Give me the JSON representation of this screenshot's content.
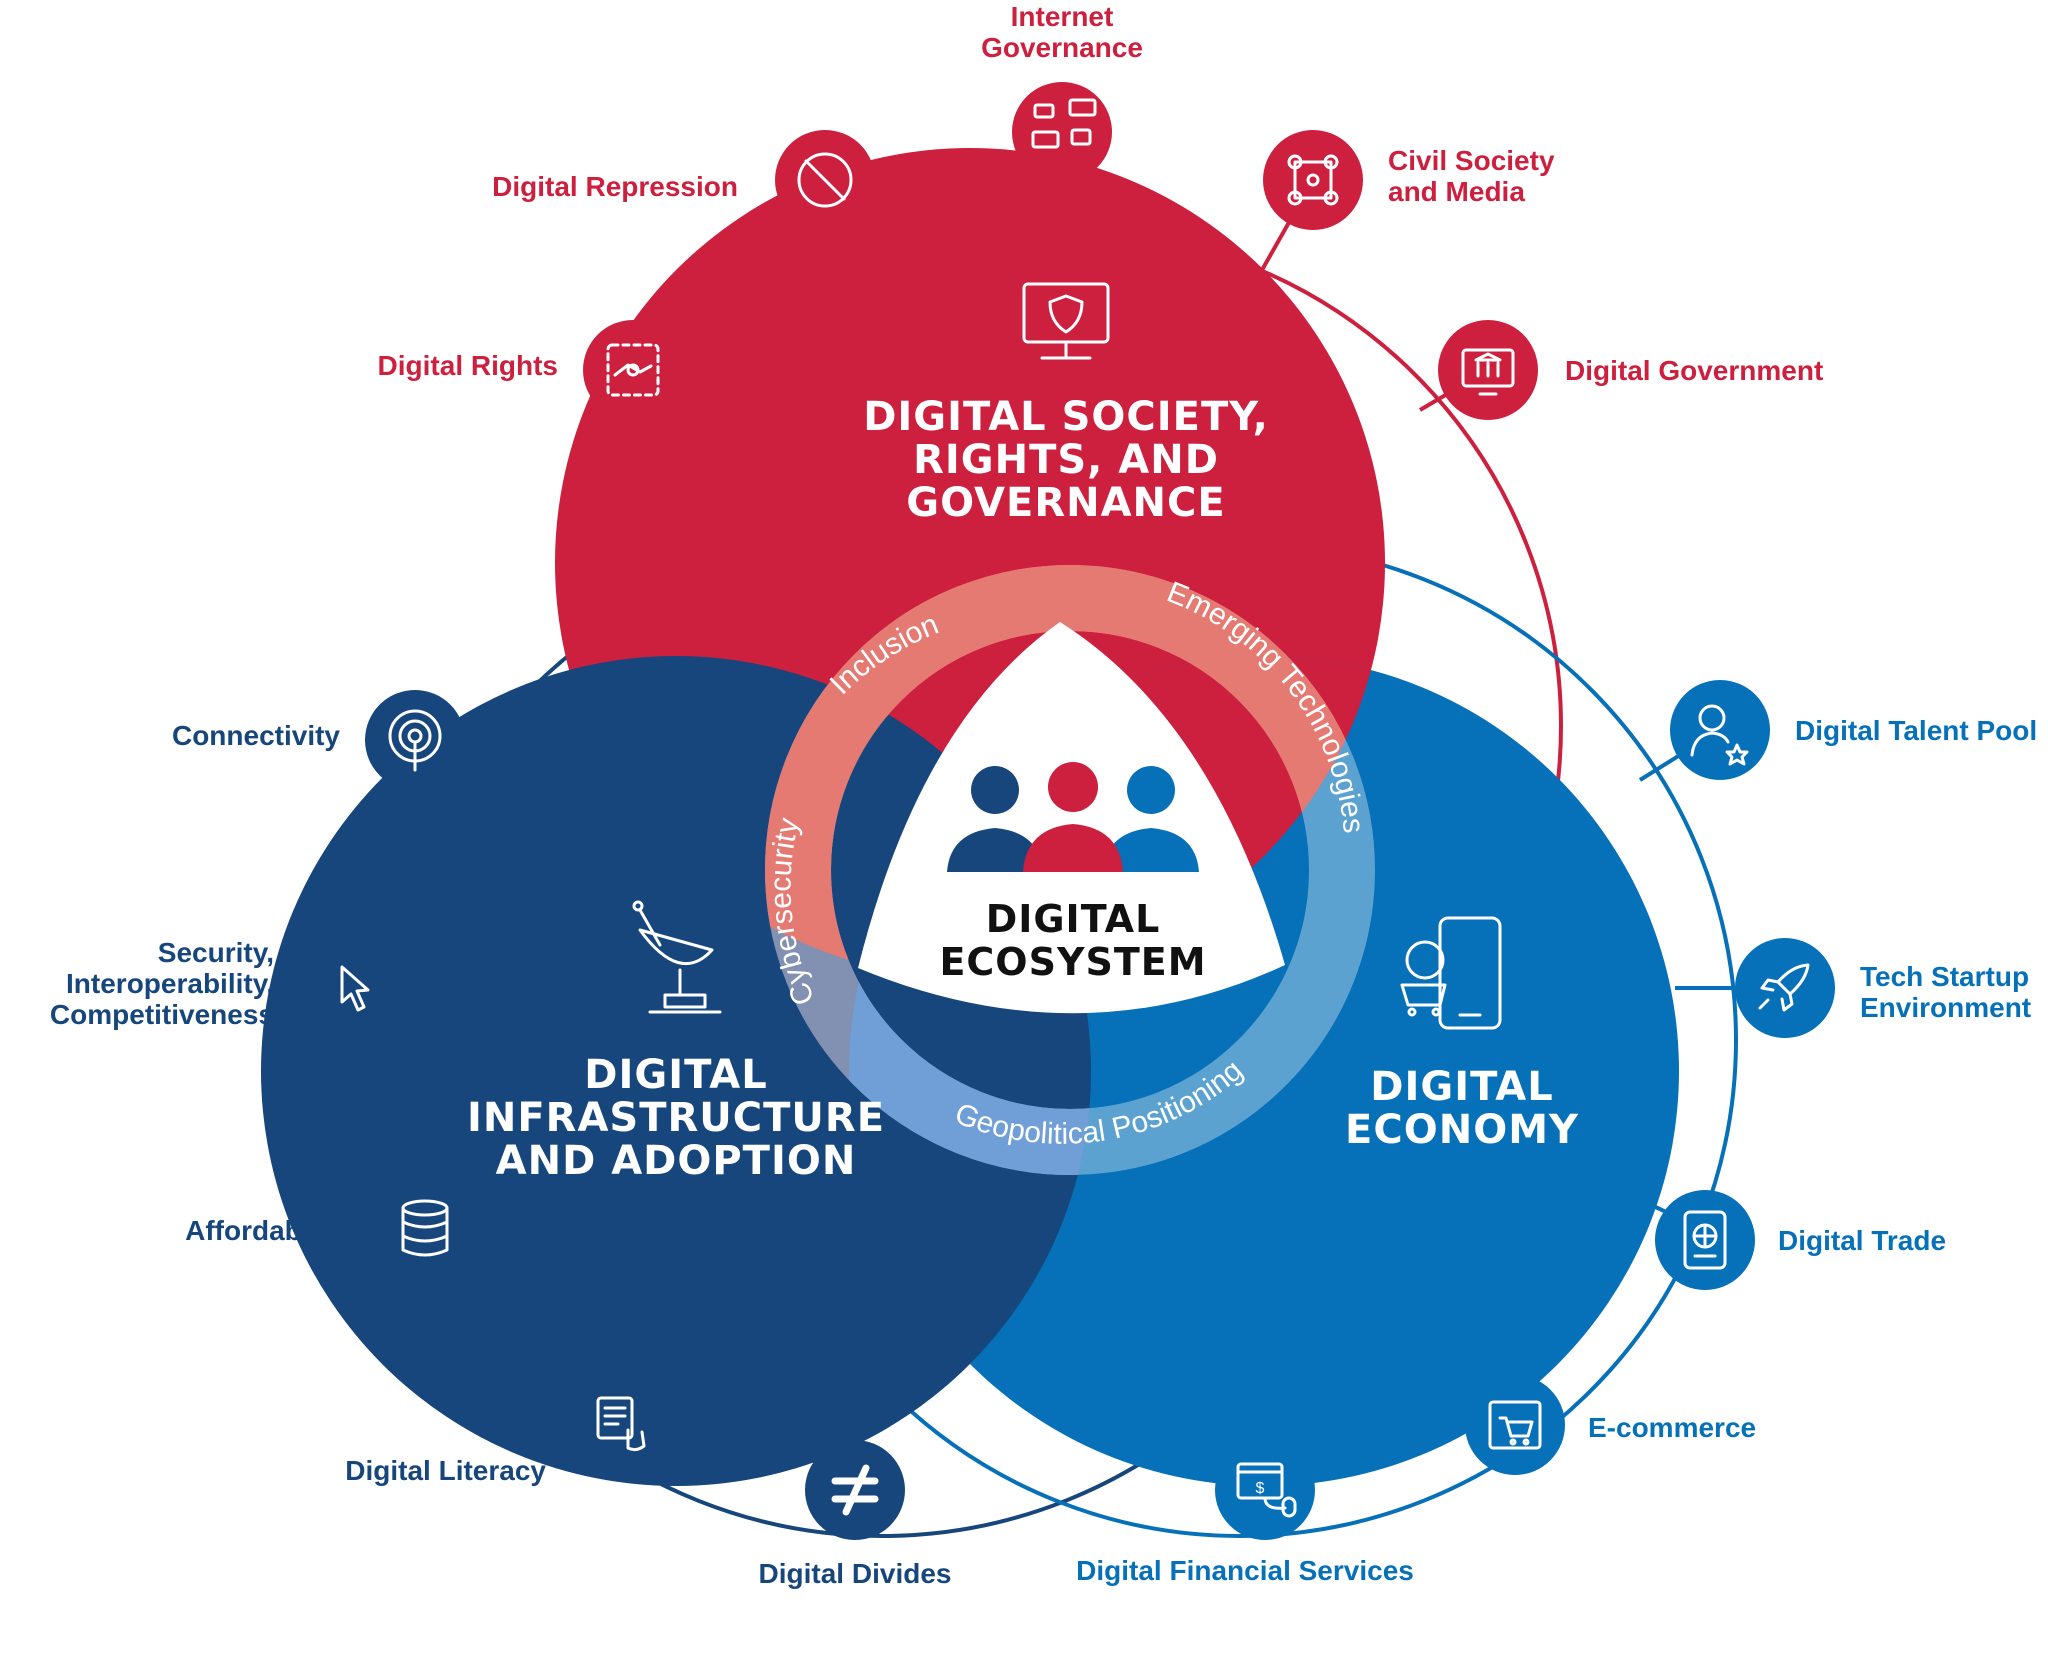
{
  "colors": {
    "red": "#cd1f3e",
    "navy": "#16467b",
    "blue": "#0670b8",
    "red_ring": "#e57a73",
    "navy_ring": "#6e7aa1",
    "blue_ring": "#6f9fd6"
  },
  "center": {
    "title_line1": "DIGITAL",
    "title_line2": "ECOSYSTEM",
    "icon": "people-group-icon"
  },
  "circles": {
    "society": {
      "line1": "DIGITAL SOCIETY,",
      "line2": "RIGHTS, AND",
      "line3": "GOVERNANCE",
      "icon": "monitor-shield-icon"
    },
    "infrastructure": {
      "line1": "DIGITAL",
      "line2": "INFRASTRUCTURE",
      "line3": "AND ADOPTION",
      "icon": "satellite-dish-icon"
    },
    "economy": {
      "line1": "DIGITAL",
      "line2": "ECONOMY",
      "icon": "mobile-commerce-icon"
    }
  },
  "cross_cutting": {
    "inclusion": "Inclusion",
    "emerging": "Emerging Technologies",
    "cyber": "Cybersecurity",
    "geo": "Geopolitical Positioning"
  },
  "nodes": {
    "internet_governance": {
      "line1": "Internet",
      "line2": "Governance",
      "icon": "chat-users-icon"
    },
    "civil_society": {
      "line1": "Civil Society",
      "line2": "and Media",
      "icon": "network-people-icon"
    },
    "digital_government": {
      "label": "Digital Government",
      "icon": "government-building-icon"
    },
    "digital_repression": {
      "label": "Digital Repression",
      "icon": "prohibited-icon"
    },
    "digital_rights": {
      "label": "Digital Rights",
      "icon": "circuit-handshake-icon"
    },
    "connectivity": {
      "label": "Connectivity",
      "icon": "antenna-signal-icon"
    },
    "security": {
      "line1": "Security,",
      "line2": "Interoperability,",
      "line3": "Competitiveness",
      "icon": "cursor-icon"
    },
    "affordability": {
      "label": "Affordability",
      "icon": "coins-icon"
    },
    "digital_literacy": {
      "label": "Digital Literacy",
      "icon": "document-touch-icon"
    },
    "digital_divides": {
      "label": "Digital Divides",
      "icon": "not-equal-icon"
    },
    "digital_financial_services": {
      "label": "Digital Financial Services",
      "icon": "browser-payment-icon"
    },
    "ecommerce": {
      "label": "E-commerce",
      "icon": "shopping-cart-icon"
    },
    "digital_trade": {
      "label": "Digital Trade",
      "icon": "tablet-globe-icon"
    },
    "tech_startup": {
      "line1": "Tech Startup",
      "line2": "Environment",
      "icon": "rocket-icon"
    },
    "digital_talent_pool": {
      "label": "Digital Talent Pool",
      "icon": "person-star-icon"
    }
  }
}
